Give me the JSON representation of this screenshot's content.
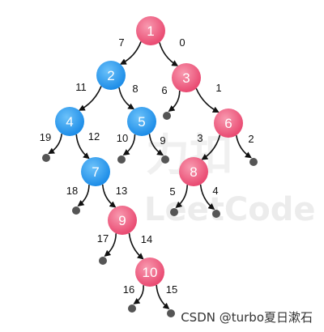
{
  "watermark": {
    "brand_cn": "力扣",
    "brand_en": "LeetCode"
  },
  "credit": "CSDN @turbo夏日漱石",
  "colors": {
    "pink": "#ef5c7e",
    "blue": "#2a99ee",
    "leaf": "#555555",
    "edge": "#111111"
  },
  "nodes": [
    {
      "id": "n1",
      "label": "1",
      "color": "pink"
    },
    {
      "id": "n2",
      "label": "2",
      "color": "blue"
    },
    {
      "id": "n3",
      "label": "3",
      "color": "pink"
    },
    {
      "id": "n4",
      "label": "4",
      "color": "blue"
    },
    {
      "id": "n5",
      "label": "5",
      "color": "blue"
    },
    {
      "id": "n6",
      "label": "6",
      "color": "pink"
    },
    {
      "id": "n7",
      "label": "7",
      "color": "blue"
    },
    {
      "id": "n8",
      "label": "8",
      "color": "pink"
    },
    {
      "id": "n9",
      "label": "9",
      "color": "pink"
    },
    {
      "id": "n10",
      "label": "10",
      "color": "pink"
    }
  ],
  "edges": [
    {
      "from": "n1",
      "to": "n2",
      "label": "7"
    },
    {
      "from": "n1",
      "to": "n3",
      "label": "0"
    },
    {
      "from": "n2",
      "to": "n4",
      "label": "11"
    },
    {
      "from": "n2",
      "to": "n5",
      "label": "8"
    },
    {
      "from": "n3",
      "to": "l3",
      "label": "6"
    },
    {
      "from": "n3",
      "to": "n6",
      "label": "1"
    },
    {
      "from": "n4",
      "to": "l4",
      "label": "19"
    },
    {
      "from": "n4",
      "to": "n7",
      "label": "12"
    },
    {
      "from": "n5",
      "to": "l5a",
      "label": "10"
    },
    {
      "from": "n5",
      "to": "l5b",
      "label": "9"
    },
    {
      "from": "n6",
      "to": "n8",
      "label": "3"
    },
    {
      "from": "n6",
      "to": "l6",
      "label": "2"
    },
    {
      "from": "n7",
      "to": "l7",
      "label": "18"
    },
    {
      "from": "n7",
      "to": "n9",
      "label": "13"
    },
    {
      "from": "n8",
      "to": "l8a",
      "label": "5"
    },
    {
      "from": "n8",
      "to": "l8b",
      "label": "4"
    },
    {
      "from": "n9",
      "to": "l9",
      "label": "17"
    },
    {
      "from": "n9",
      "to": "n10",
      "label": "14"
    },
    {
      "from": "n10",
      "to": "l10a",
      "label": "16"
    },
    {
      "from": "n10",
      "to": "l10b",
      "label": "15"
    }
  ]
}
